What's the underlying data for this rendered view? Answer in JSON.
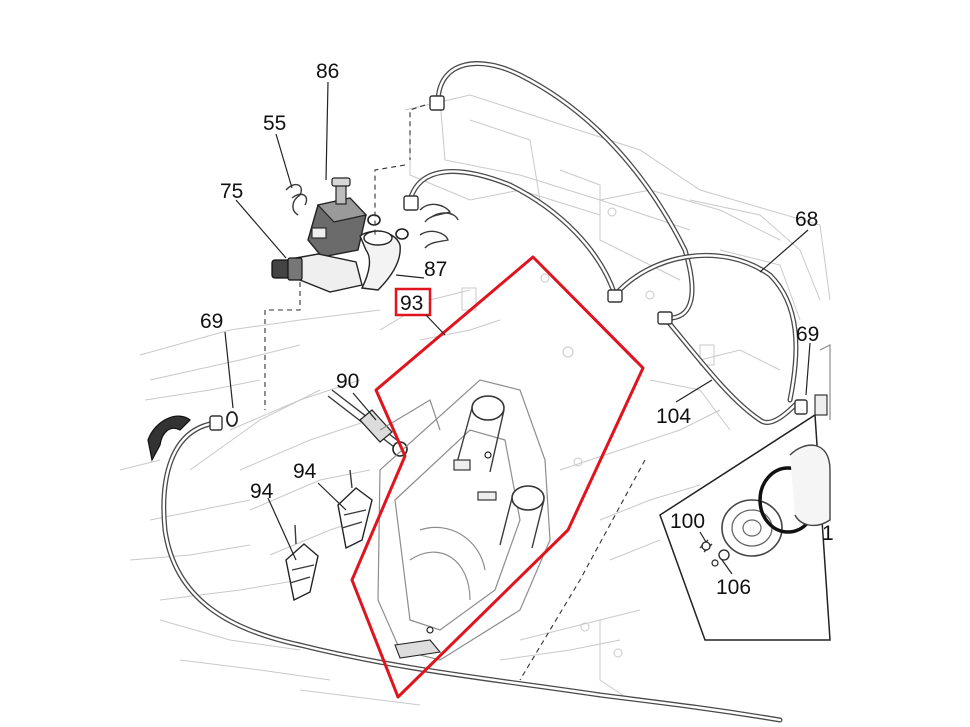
{
  "diagram": {
    "highlight_color": "#e0141e",
    "highlight_label": "93",
    "part_labels": [
      {
        "key": "86",
        "text": "86"
      },
      {
        "key": "55",
        "text": "55"
      },
      {
        "key": "75",
        "text": "75"
      },
      {
        "key": "87",
        "text": "87"
      },
      {
        "key": "69a",
        "text": "69"
      },
      {
        "key": "69b",
        "text": "69"
      },
      {
        "key": "68",
        "text": "68"
      },
      {
        "key": "90",
        "text": "90"
      },
      {
        "key": "94a",
        "text": "94"
      },
      {
        "key": "94b",
        "text": "94"
      },
      {
        "key": "104",
        "text": "104"
      },
      {
        "key": "100",
        "text": "100"
      },
      {
        "key": "106",
        "text": "106"
      },
      {
        "key": "1x",
        "text": "1"
      }
    ]
  }
}
